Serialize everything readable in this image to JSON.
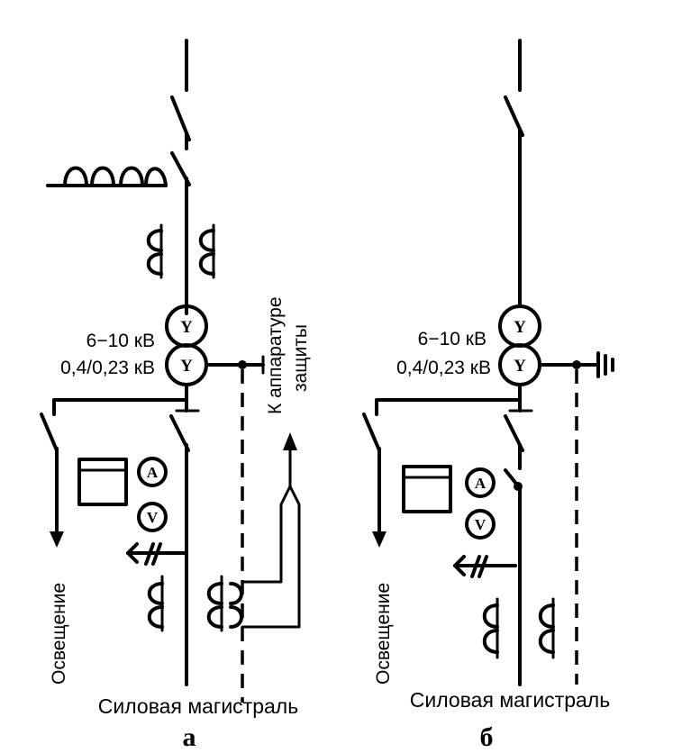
{
  "panel_a": {
    "hv_label": "6−10 кВ",
    "lv_label": "0,4/0,23 кВ",
    "winding_symbol": "Y",
    "ammeter_symbol": "A",
    "voltmeter_symbol": "V",
    "lighting_label": "Освещение",
    "protection_label_line1": "К аппаратуре",
    "protection_label_line2": "защиты",
    "bus_label": "Силовая магистраль",
    "panel_letter": "а"
  },
  "panel_b": {
    "hv_label": "6−10 кВ",
    "lv_label": "0,4/0,23 кВ",
    "winding_symbol": "Y",
    "ammeter_symbol": "A",
    "voltmeter_symbol": "V",
    "lighting_label": "Освещение",
    "bus_label": "Силовая магистраль",
    "panel_letter": "б"
  }
}
